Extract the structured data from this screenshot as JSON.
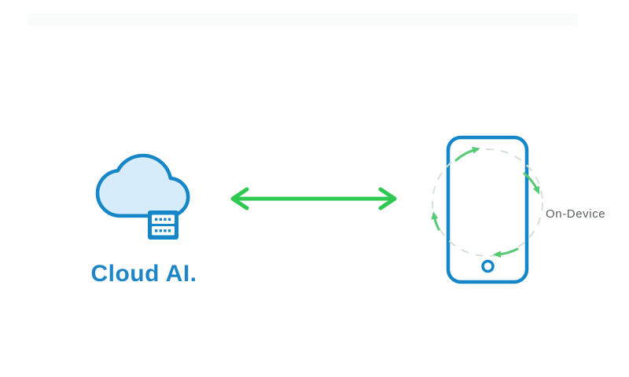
{
  "diagram": {
    "cloud": {
      "label": "Cloud AI.",
      "icon": "cloud-server-icon"
    },
    "link": {
      "icon": "double-arrow-icon",
      "direction": "bidirectional"
    },
    "device": {
      "label": "On-Device",
      "icon": "phone-sync-icon"
    }
  },
  "theme": {
    "background": "#ffffff",
    "blue": "#1586c8",
    "blue_text": "#1e86c8",
    "cloud_fill": "#d6ecfa",
    "green": "#2fc851",
    "green_soft": "#57ca74",
    "dash": "#d2e3d5",
    "gray_text": "#5a6066",
    "faint_band": "#fafcfb"
  }
}
